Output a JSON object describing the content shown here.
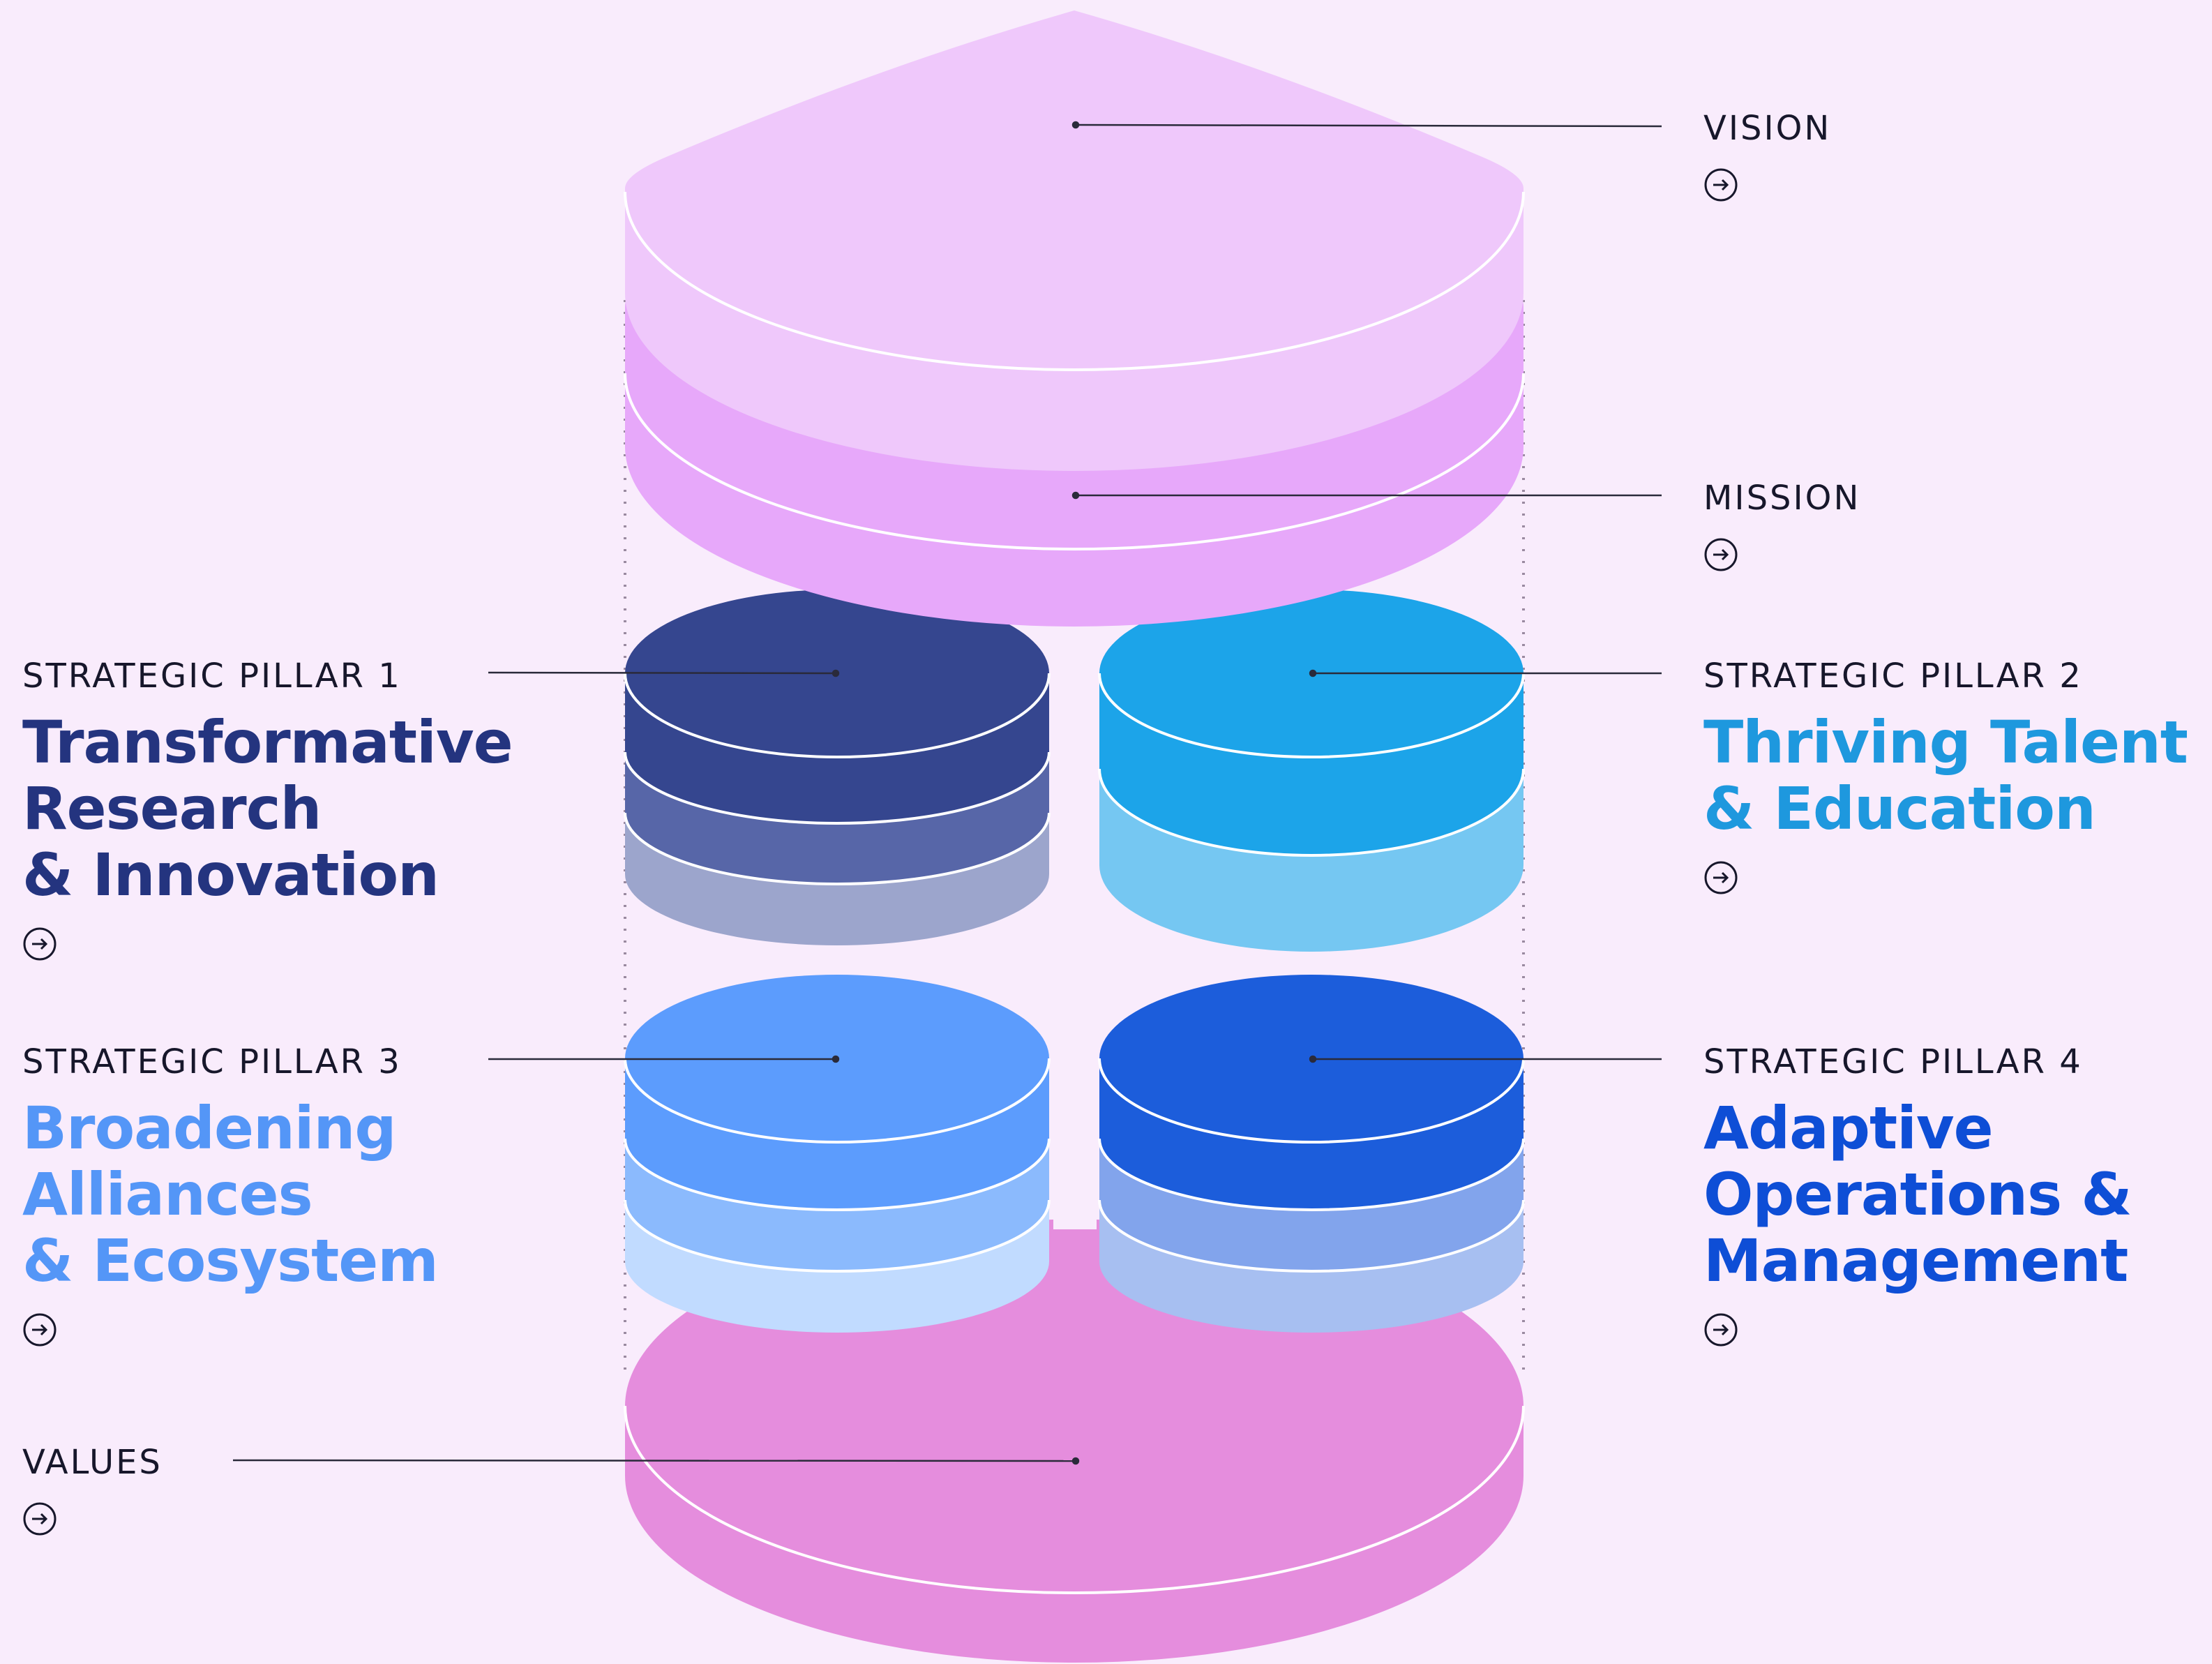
{
  "colors": {
    "background": "#f9ecfc",
    "vision": "#efc8fb",
    "mission": "#e7a8fa",
    "values": "#e58ddd",
    "pillar1": [
      "#35468f",
      "#5766a8",
      "#9ca5cc"
    ],
    "pillar2": [
      "#1ca4e9",
      "#75c7f2"
    ],
    "pillar3": [
      "#5c9cfd",
      "#8bbafd",
      "#c1dbff"
    ],
    "pillar4": [
      "#1c5ddb",
      "#82a4ec",
      "#a7bff1"
    ]
  },
  "labels": {
    "vision": {
      "kicker": "VISION"
    },
    "mission": {
      "kicker": "MISSION"
    },
    "values": {
      "kicker": "VALUES"
    },
    "pillar1": {
      "kicker": "STRATEGIC PILLAR 1",
      "title": [
        "Transformative",
        "Research",
        "& Innovation"
      ],
      "color": "#24347f"
    },
    "pillar2": {
      "kicker": "STRATEGIC PILLAR 2",
      "title": [
        "Thriving Talent",
        "& Education"
      ],
      "color": "#1e98de"
    },
    "pillar3": {
      "kicker": "STRATEGIC PILLAR 3",
      "title": [
        "Broadening",
        "Alliances",
        "& Ecosystem"
      ],
      "color": "#5496f7"
    },
    "pillar4": {
      "kicker": "STRATEGIC PILLAR 4",
      "title": [
        "Adaptive",
        "Operations &",
        "Management"
      ],
      "color": "#0e4ed6"
    }
  },
  "icons": {
    "arrow": "arrow-right-circle-icon"
  }
}
